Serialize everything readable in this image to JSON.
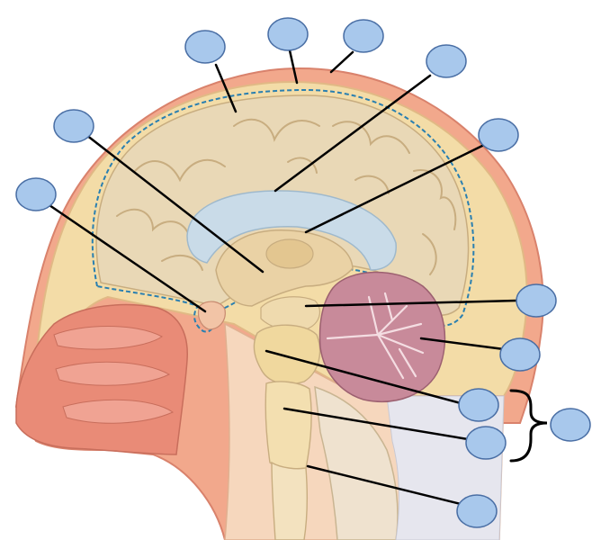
{
  "diagram": {
    "subject": "midsagittal-section-head-brain",
    "colors": {
      "background": "#ffffff",
      "label_bubble_fill": "#a8c8ec",
      "label_bubble_stroke": "#4a6fa5",
      "leader_line": "#000000",
      "dura_dashed_outline": "#2a7fb0",
      "skin": "#f2a88c",
      "bone": "#f3dca7",
      "cortex": "#e9d8b6",
      "ventricle": "#c9dbe8",
      "cerebellum": "#c88a9a",
      "nasal_cavity": "#e98b77"
    },
    "labels": [
      {
        "id": "label-1",
        "text": ""
      },
      {
        "id": "label-2",
        "text": ""
      },
      {
        "id": "label-3",
        "text": ""
      },
      {
        "id": "label-4",
        "text": ""
      },
      {
        "id": "label-5",
        "text": ""
      },
      {
        "id": "label-6",
        "text": ""
      },
      {
        "id": "label-7",
        "text": ""
      },
      {
        "id": "label-8",
        "text": ""
      },
      {
        "id": "label-9",
        "text": ""
      },
      {
        "id": "label-10",
        "text": ""
      },
      {
        "id": "label-11",
        "text": ""
      },
      {
        "id": "label-12",
        "text": ""
      },
      {
        "id": "label-13",
        "text": ""
      },
      {
        "id": "label-14",
        "text": ""
      }
    ]
  }
}
